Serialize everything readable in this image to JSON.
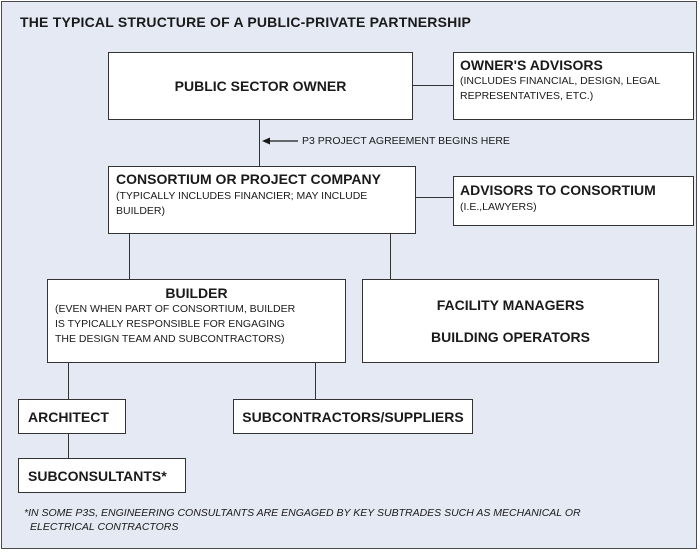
{
  "title": "THE TYPICAL STRUCTURE OF A PUBLIC-PRIVATE PARTNERSHIP",
  "public_sector_owner": "PUBLIC SECTOR OWNER",
  "owners_advisors": {
    "title": "OWNER'S ADVISORS",
    "detail_line1": "(INCLUDES FINANCIAL, DESIGN, LEGAL",
    "detail_line2": "REPRESENTATIVES, ETC.)"
  },
  "agreement_label": "P3 PROJECT AGREEMENT BEGINS HERE",
  "consortium": {
    "title": "CONSORTIUM OR PROJECT COMPANY",
    "detail_line1": "(TYPICALLY INCLUDES FINANCIER; MAY INCLUDE",
    "detail_line2": "BUILDER)"
  },
  "advisors_to_consortium": {
    "title": "ADVISORS TO CONSORTIUM",
    "detail": "(I.E.,LAWYERS)"
  },
  "builder": {
    "title": "BUILDER",
    "detail_line1": "(EVEN WHEN PART OF CONSORTIUM, BUILDER",
    "detail_line2": "IS TYPICALLY RESPONSIBLE FOR ENGAGING",
    "detail_line3": "THE DESIGN TEAM AND SUBCONTRACTORS)"
  },
  "facility": {
    "line1": "FACILITY MANAGERS",
    "line2": "BUILDING OPERATORS"
  },
  "architect": "ARCHITECT",
  "subcontractors": "SUBCONTRACTORS/SUPPLIERS",
  "subconsultants": "SUBCONSULTANTS*",
  "footnote_line1": "*IN SOME P3S, ENGINEERING CONSULTANTS ARE ENGAGED BY KEY SUBTRADES SUCH AS MECHANICAL OR",
  "footnote_line2": "ELECTRICAL CONTRACTORS"
}
